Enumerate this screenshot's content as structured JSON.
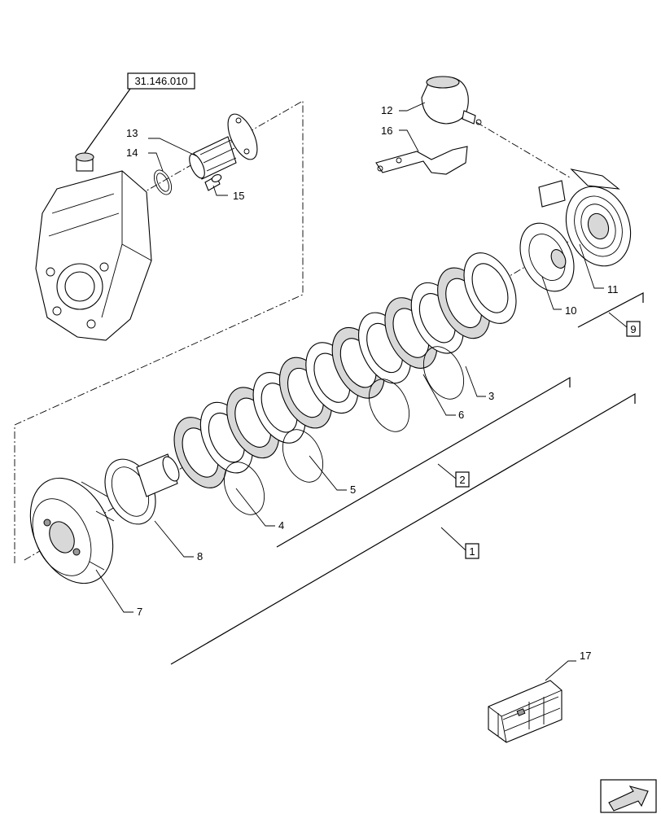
{
  "reference_label": "31.146.010",
  "callouts": {
    "c1": "1",
    "c2": "2",
    "c3": "3",
    "c4": "4",
    "c5": "5",
    "c6": "6",
    "c7": "7",
    "c8": "8",
    "c9": "9",
    "c10": "10",
    "c11": "11",
    "c12": "12",
    "c13": "13",
    "c14": "14",
    "c15": "15",
    "c16": "16",
    "c17": "17"
  },
  "icons": [
    "gearbox-housing-icon",
    "flange-shaft-icon",
    "clutch-disc-icon",
    "shipping-crate-icon",
    "navigation-arrow-icon"
  ],
  "colors": {
    "line": "#000000",
    "shade": "#d8d8d8",
    "background": "#ffffff"
  }
}
